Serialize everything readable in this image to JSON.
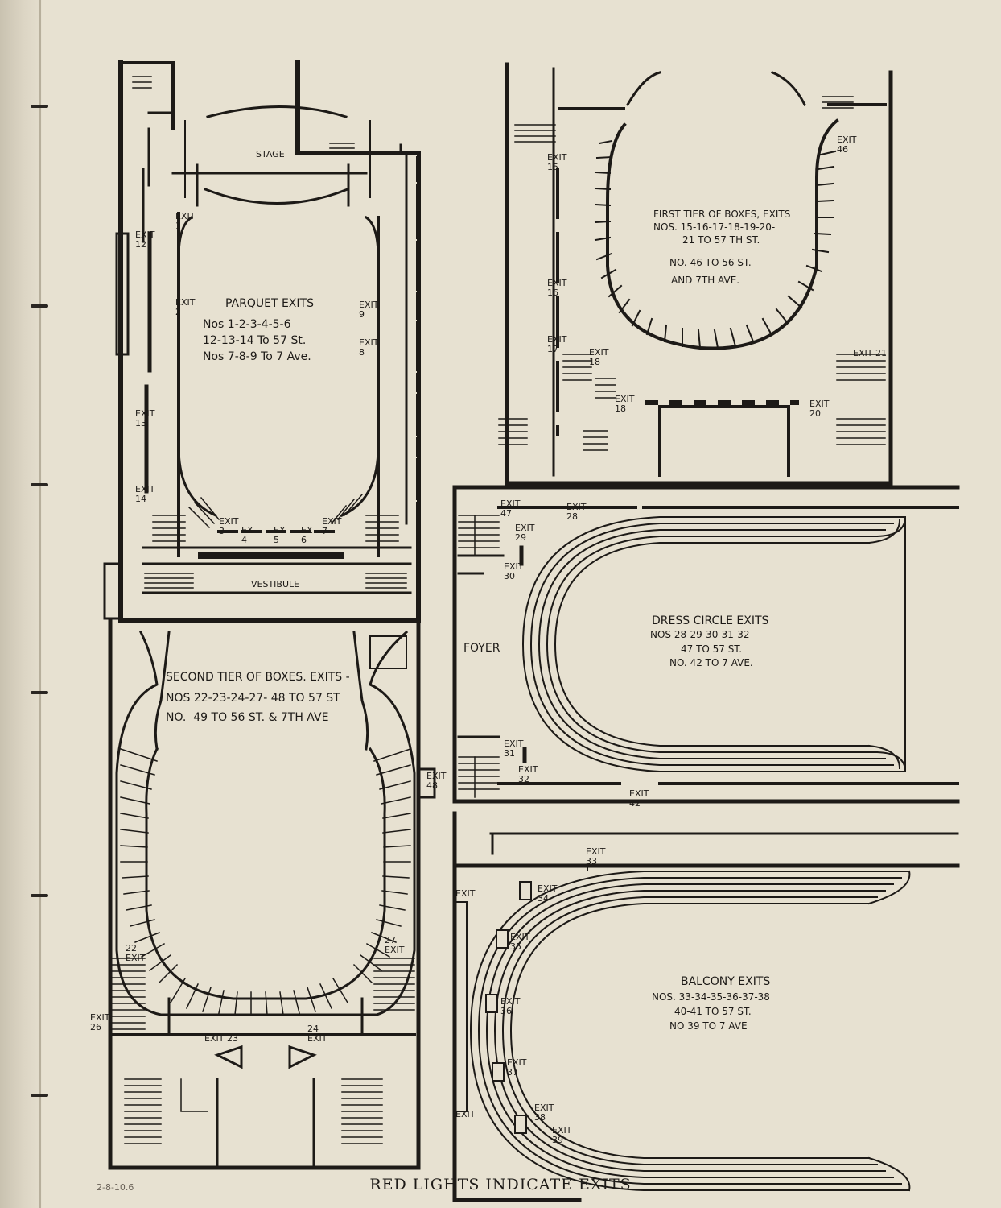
{
  "caption": "RED LIGHTS INDICATE EXITS",
  "pencil_note": "2-8-10.6",
  "colors": {
    "ink": "#1d1a17",
    "paper": "#e7e1d1",
    "binding": "#c9c2b0"
  },
  "parquet": {
    "stage": "STAGE",
    "vestibule": "VESTIBULE",
    "title": "PARQUET EXITS",
    "line1": "Nos 1-2-3-4-5-6",
    "line2": "12-13-14 To 57 St.",
    "line3": "Nos 7-8-9 To 7 Ave.",
    "exits": {
      "e1": "EXIT\n1",
      "e2": "EXIT\n2",
      "e9": "EXIT\n9",
      "e8": "EXIT\n8",
      "e12": "EXIT\n12",
      "e13": "EXIT\n13",
      "e14": "EXIT\n14",
      "e3": "EXIT\n3",
      "e4": "EX\n4",
      "e5": "EX\n5",
      "e6": "EX\n6",
      "e7": "EXIT\n7"
    }
  },
  "first_tier": {
    "title": "FIRST TIER OF BOXES, EXITS",
    "line1": "NOS. 15-16-17-18-19-20-",
    "line2": "21 TO 57 TH ST.",
    "line3": "NO. 46 TO 56 ST.",
    "line4": "AND 7TH AVE.",
    "exits": {
      "e15": "EXIT\n15",
      "e16": "EXIT\n16",
      "e17": "EXIT\n17",
      "e18a": "EXIT\n18",
      "e18b": "EXIT\n18",
      "e20": "EXIT\n20",
      "e46": "EXIT\n46",
      "e21": "EXIT 21"
    }
  },
  "second_tier": {
    "title": "SECOND TIER OF BOXES. EXITS -",
    "line1": "NOS 22-23-24-27- 48 TO 57 ST",
    "line2": "NO.  49 TO 56 ST. & 7TH AVE",
    "exits": {
      "e22": "22\nEXIT",
      "e27": "27\nEXIT",
      "e23": "EXIT 23",
      "e24": "24\nEXIT",
      "e26": "EXIT\n26",
      "e48": "EXIT\n48"
    }
  },
  "dress_circle": {
    "foyer": "FOYER",
    "title": "DRESS CIRCLE EXITS",
    "line1": "NOS 28-29-30-31-32",
    "line2": "47 TO 57 ST.",
    "line3": "NO. 42 TO 7 AVE.",
    "exits": {
      "e47": "EXIT\n47",
      "e28": "EXIT\n28",
      "e29": "EXIT\n29",
      "e30": "EXIT\n30",
      "e31": "EXIT\n31",
      "e32": "EXIT\n32",
      "e42": "EXIT\n42"
    }
  },
  "balcony": {
    "title": "BALCONY EXITS",
    "line1": "NOS. 33-34-35-36-37-38",
    "line2": "40-41 TO 57 ST.",
    "line3": "NO 39 TO 7 AVE",
    "exits": {
      "e33": "EXIT\n33",
      "e34": "EXIT\n34",
      "e35": "EXIT\n35",
      "e36": "EXIT\n36",
      "e37": "EXIT\n37",
      "e38": "EXIT\n38",
      "e39": "EXIT\n39",
      "e40": "EXIT",
      "e41": "EXIT"
    }
  }
}
